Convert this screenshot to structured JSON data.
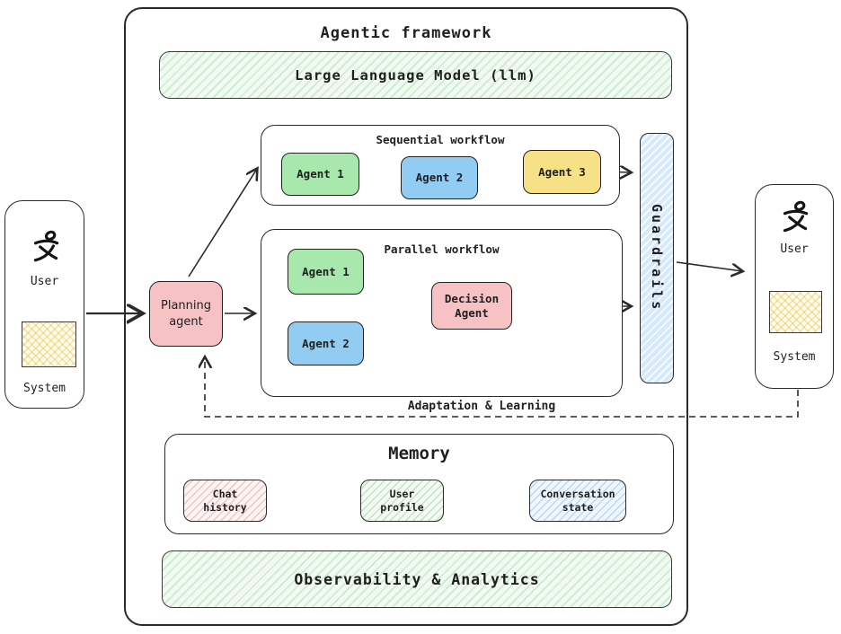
{
  "frame": {
    "title": "Agentic framework"
  },
  "llm_banner": {
    "label": "Large Language Model (llm)"
  },
  "observability_banner": {
    "label": "Observability & Analytics"
  },
  "guardrails": {
    "label": "Guardrails"
  },
  "feedback_loop": {
    "label": "Adaptation & Learning"
  },
  "left_actor": {
    "user": "User",
    "system": "System"
  },
  "right_actor": {
    "user": "User",
    "system": "System"
  },
  "planning_agent": {
    "label": "Planning\nagent",
    "color": "#f6c2c3"
  },
  "sequential_workflow": {
    "title": "Sequential workflow",
    "agents": [
      {
        "label": "Agent 1",
        "color": "#a9e8ad"
      },
      {
        "label": "Agent 2",
        "color": "#92ccf2"
      },
      {
        "label": "Agent 3",
        "color": "#f7e187"
      }
    ]
  },
  "parallel_workflow": {
    "title": "Parallel workflow",
    "agents": [
      {
        "label": "Agent 1",
        "color": "#a9e8ad"
      },
      {
        "label": "Agent 2",
        "color": "#92ccf2"
      }
    ],
    "decision_agent": {
      "label": "Decision\nAgent",
      "color": "#f6c2c3"
    }
  },
  "memory": {
    "title": "Memory",
    "cards": [
      {
        "label": "Chat\nhistory"
      },
      {
        "label": "User\nprofile"
      },
      {
        "label": "Conversation\nstate"
      }
    ]
  }
}
